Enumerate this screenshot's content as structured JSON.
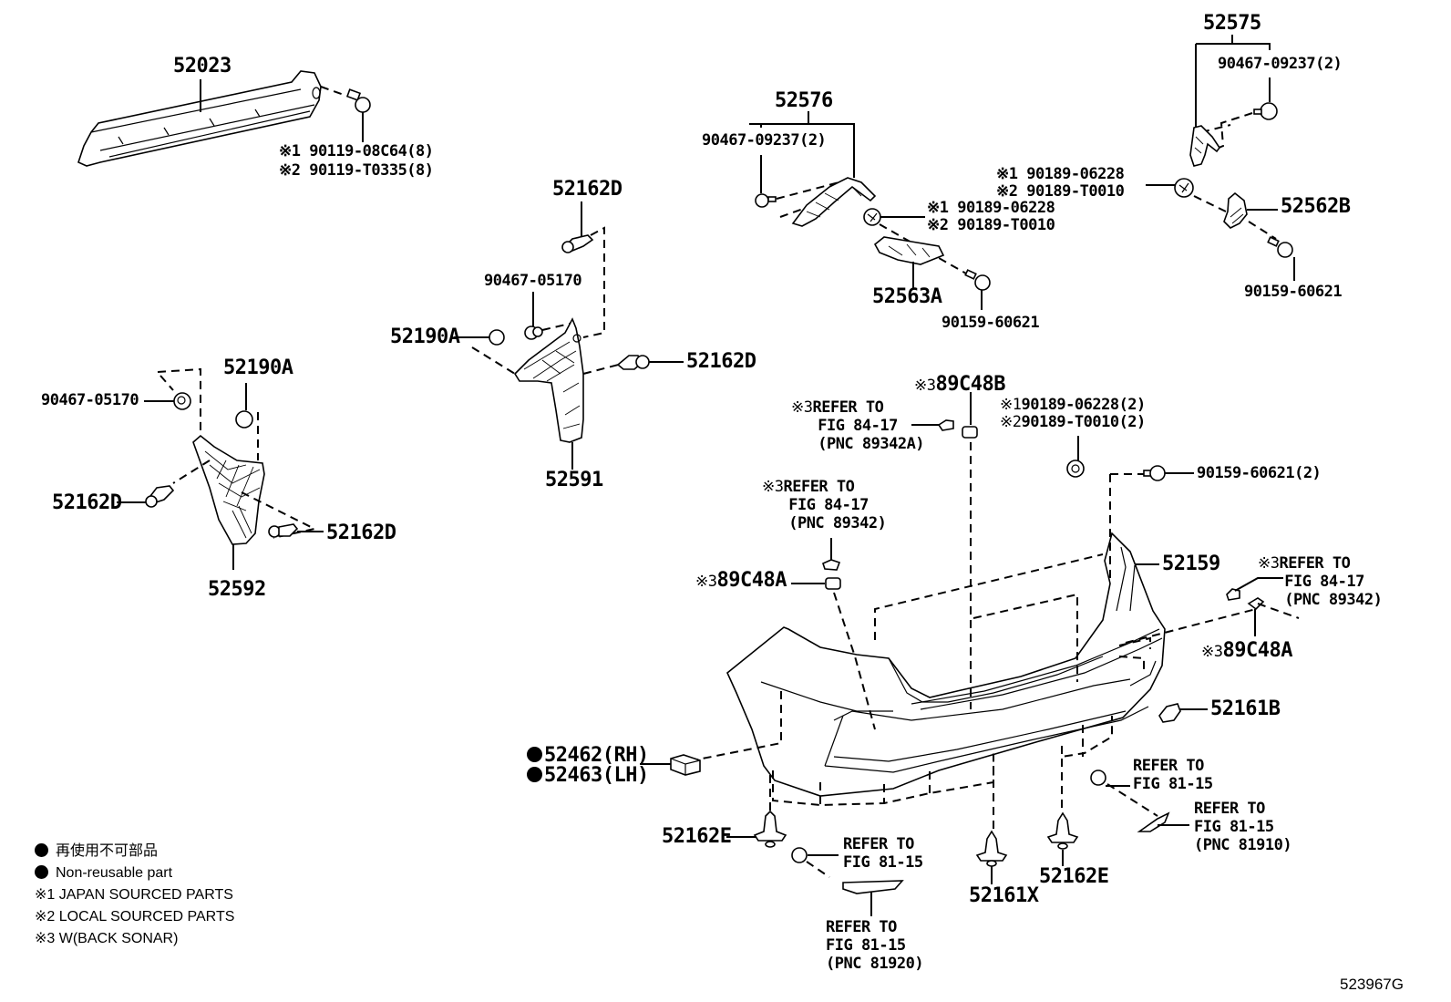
{
  "figure_id": "523967G",
  "parts": {
    "p52023": "52023",
    "bolt_52023_a": "※1 90119-08C64(8)",
    "bolt_52023_b": "※2 90119-T0335(8)",
    "p52576": "52576",
    "screw_52576": "90467-09237(2)",
    "nut_52563A_a": "※1 90189-06228",
    "nut_52563A_b": "※2 90189-T0010",
    "p52563A": "52563A",
    "bolt_52563A": "90159-60621",
    "p52575": "52575",
    "screw_52575": "90467-09237(2)",
    "nut_52562B_a": "※1 90189-06228",
    "nut_52562B_b": "※2 90189-T0010",
    "p52562B": "52562B",
    "bolt_52562B": "90159-60621",
    "clip_52162D_top": "52162D",
    "clip_90467_05170_mid": "90467-05170",
    "p52190A_mid": "52190A",
    "clip_52162D_mid_right": "52162D",
    "p52591": "52591",
    "clip_90467_05170_left": "90467-05170",
    "p52190A_left": "52190A",
    "clip_52162D_left": "52162D",
    "clip_52162D_left_right": "52162D",
    "p52592": "52592",
    "sonar_89C48B": "89C48B",
    "sonar_ref_89342A_l1": "REFER TO",
    "sonar_ref_89342A_l2": "FIG 84-17",
    "sonar_ref_89342A_l3": "(PNC 89342A)",
    "nut_52159_a": "90189-06228(2)",
    "nut_52159_b": "90189-T0010(2)",
    "bolt_52159": "90159-60621(2)",
    "sonar_ref_89342_left_l1": "REFER TO",
    "sonar_ref_89342_left_l2": "FIG 84-17",
    "sonar_ref_89342_left_l3": "(PNC 89342)",
    "sonar_89C48A_left": "89C48A",
    "p52159": "52159",
    "sonar_ref_89342_right_l1": "REFER TO",
    "sonar_ref_89342_right_l2": "FIG 84-17",
    "sonar_ref_89342_right_l3": "(PNC 89342)",
    "sonar_89C48A_right": "89C48A",
    "p52161B": "52161B",
    "p52462": "52462(RH)",
    "p52463": "52463(LH)",
    "ref_81_15_right_a_l1": "REFER TO",
    "ref_81_15_right_a_l2": "FIG 81-15",
    "ref_81910_l1": "REFER TO",
    "ref_81910_l2": "FIG 81-15",
    "ref_81910_l3": "(PNC 81910)",
    "clip_52162E_left": "52162E",
    "ref_81_15_left_a_l1": "REFER TO",
    "ref_81_15_left_a_l2": "FIG 81-15",
    "ref_81920_l1": "REFER TO",
    "ref_81920_l2": "FIG 81-15",
    "ref_81920_l3": "(PNC 81920)",
    "clip_52161X": "52161X",
    "clip_52162E_right": "52162E"
  },
  "marks": {
    "m1": "※1",
    "m2": "※2",
    "m3": "※3"
  },
  "legend": {
    "jp": "再使用不可部品",
    "en": "Non-reusable part",
    "note1": "※1 JAPAN SOURCED PARTS",
    "note2": "※2 LOCAL SOURCED PARTS",
    "note3": "※3 W(BACK SONAR)"
  }
}
